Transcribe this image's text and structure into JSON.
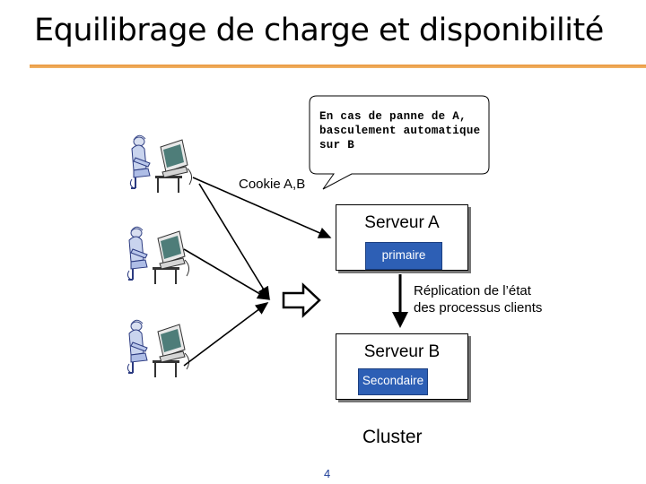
{
  "title": "Equilibrage de charge et disponibilité",
  "callout": {
    "line1": "En cas de panne de A,",
    "line2": "basculement automatique",
    "line3": "sur B"
  },
  "cookie_label": "Cookie A,B",
  "server_a": {
    "name": "Serveur A",
    "role": "primaire"
  },
  "server_b": {
    "name": "Serveur B",
    "role": "Secondaire"
  },
  "replication": {
    "line1": "Réplication de l’état",
    "line2": "des processus clients"
  },
  "cluster_label": "Cluster",
  "page_number": "4",
  "colors": {
    "accent_rule": "#e8963c",
    "role_badge": "#2d5fb5",
    "page_number": "#1f3f99"
  },
  "icons": [
    "user-at-computer-icon",
    "hollow-right-arrow-icon",
    "replication-down-arrow-icon"
  ]
}
